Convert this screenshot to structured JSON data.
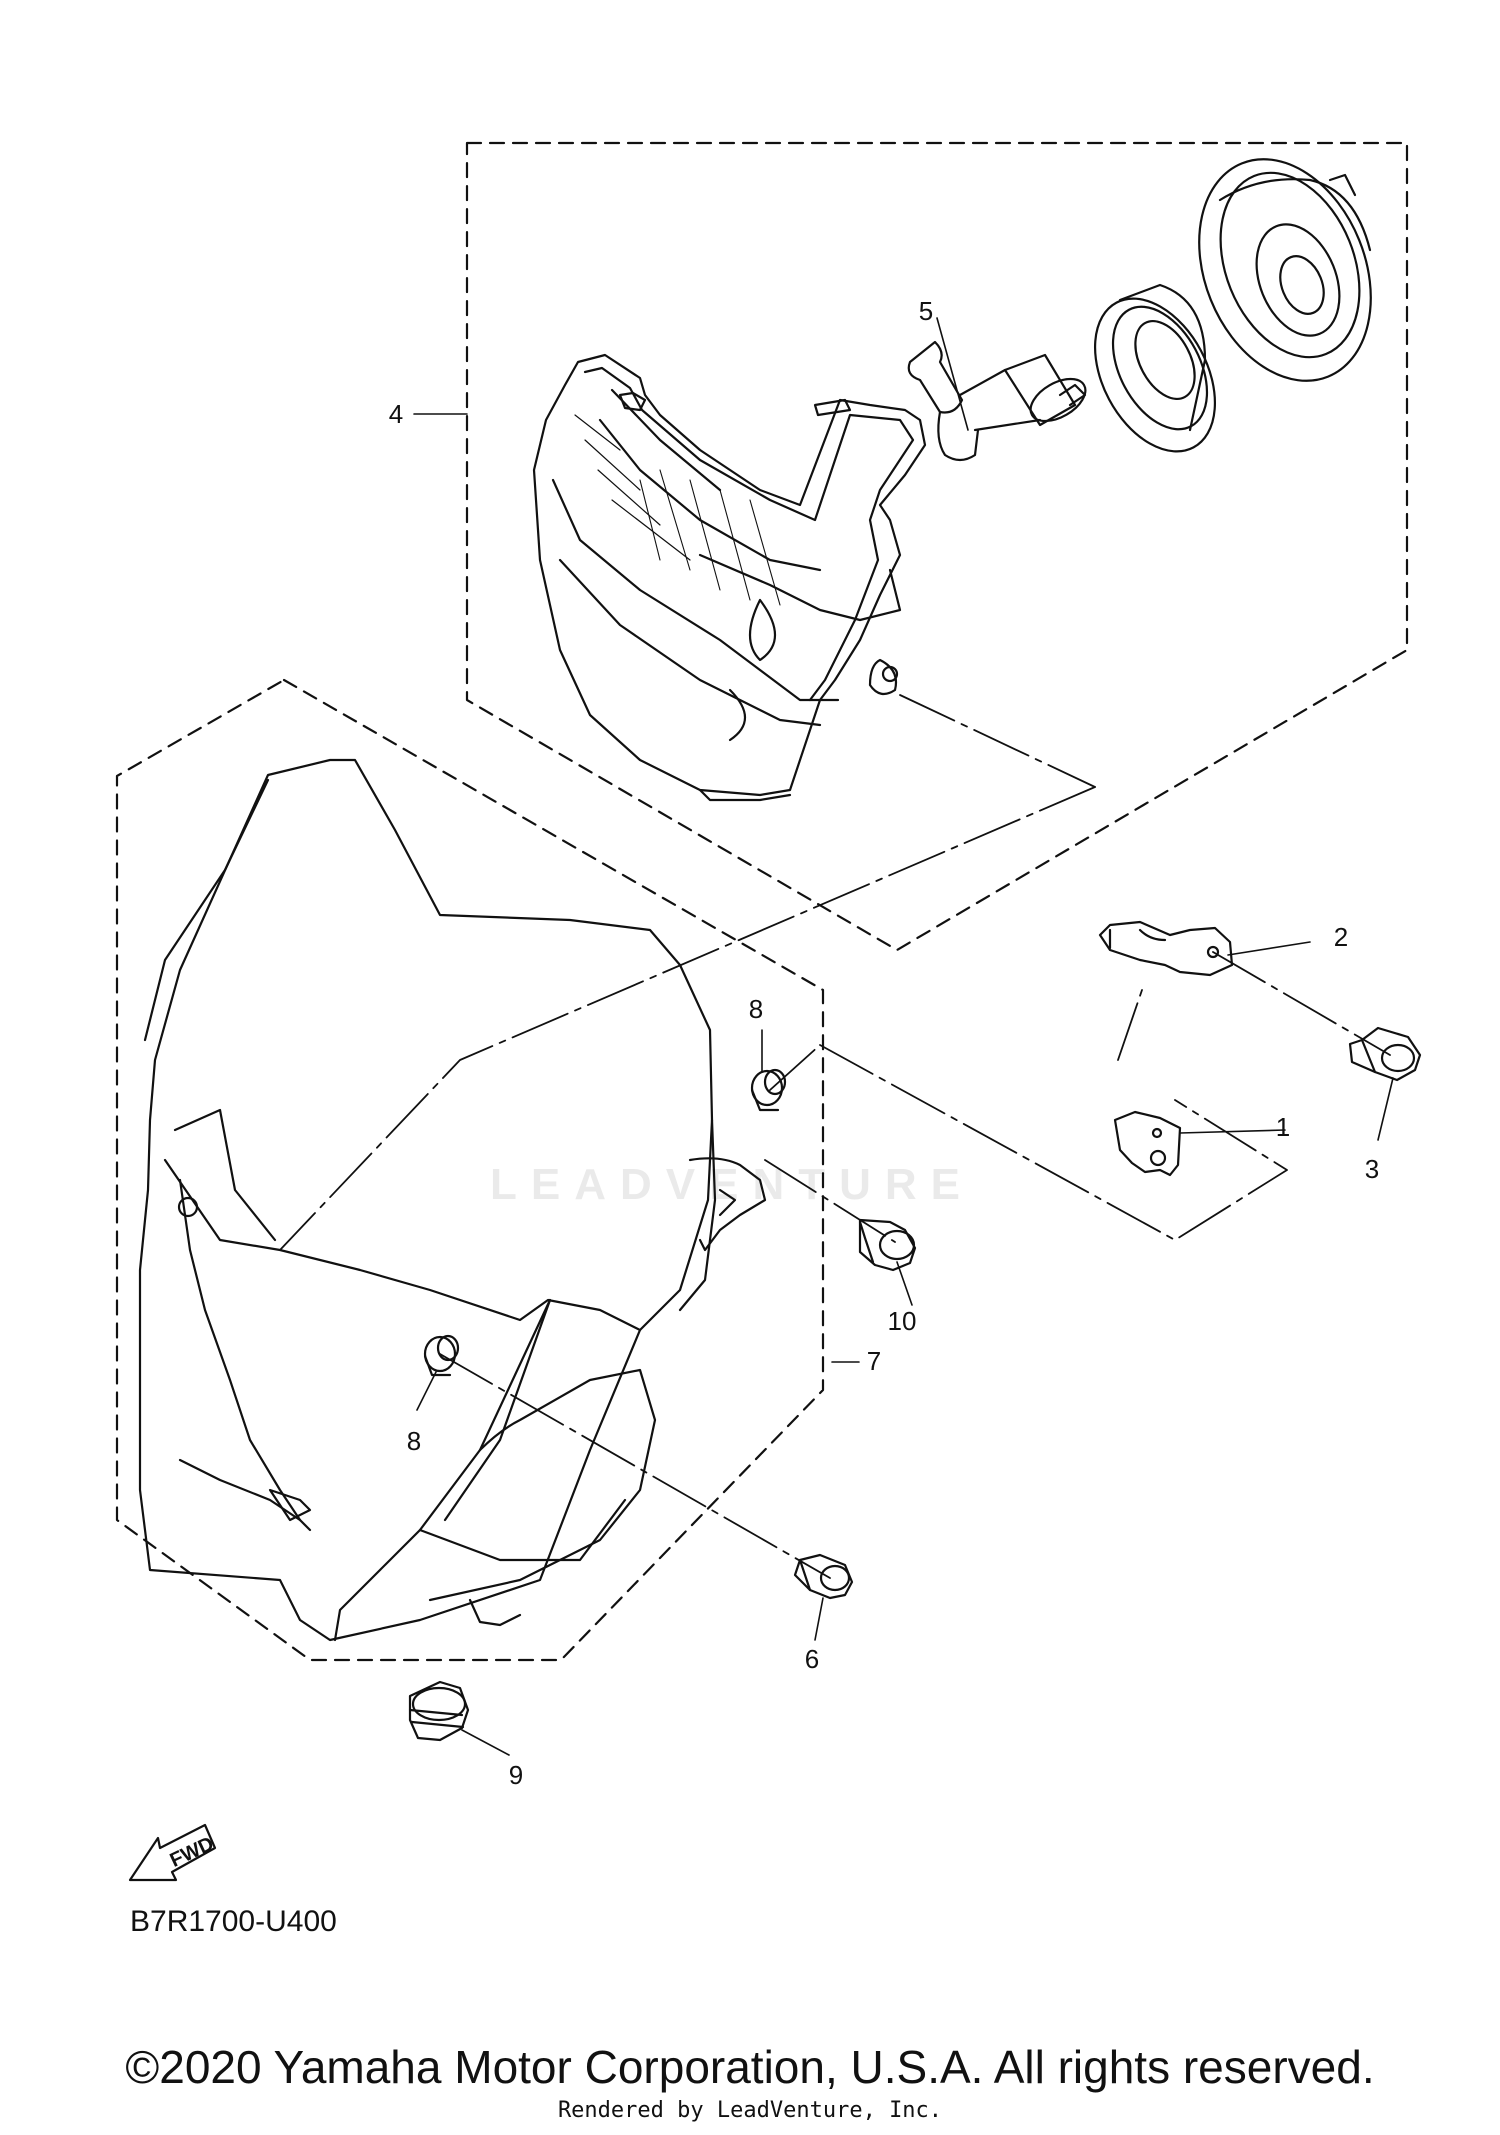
{
  "diagram": {
    "code": "B7R1700-U400",
    "watermark": "LEADVENTURE",
    "fwd_label": "FWD",
    "callouts": [
      "1",
      "2",
      "3",
      "4",
      "5",
      "6",
      "7",
      "8",
      "8",
      "9",
      "10"
    ]
  },
  "footer": {
    "copyright": "©2020 Yamaha Motor Corporation, U.S.A. All rights reserved.",
    "render_credit": "Rendered by LeadVenture, Inc."
  }
}
